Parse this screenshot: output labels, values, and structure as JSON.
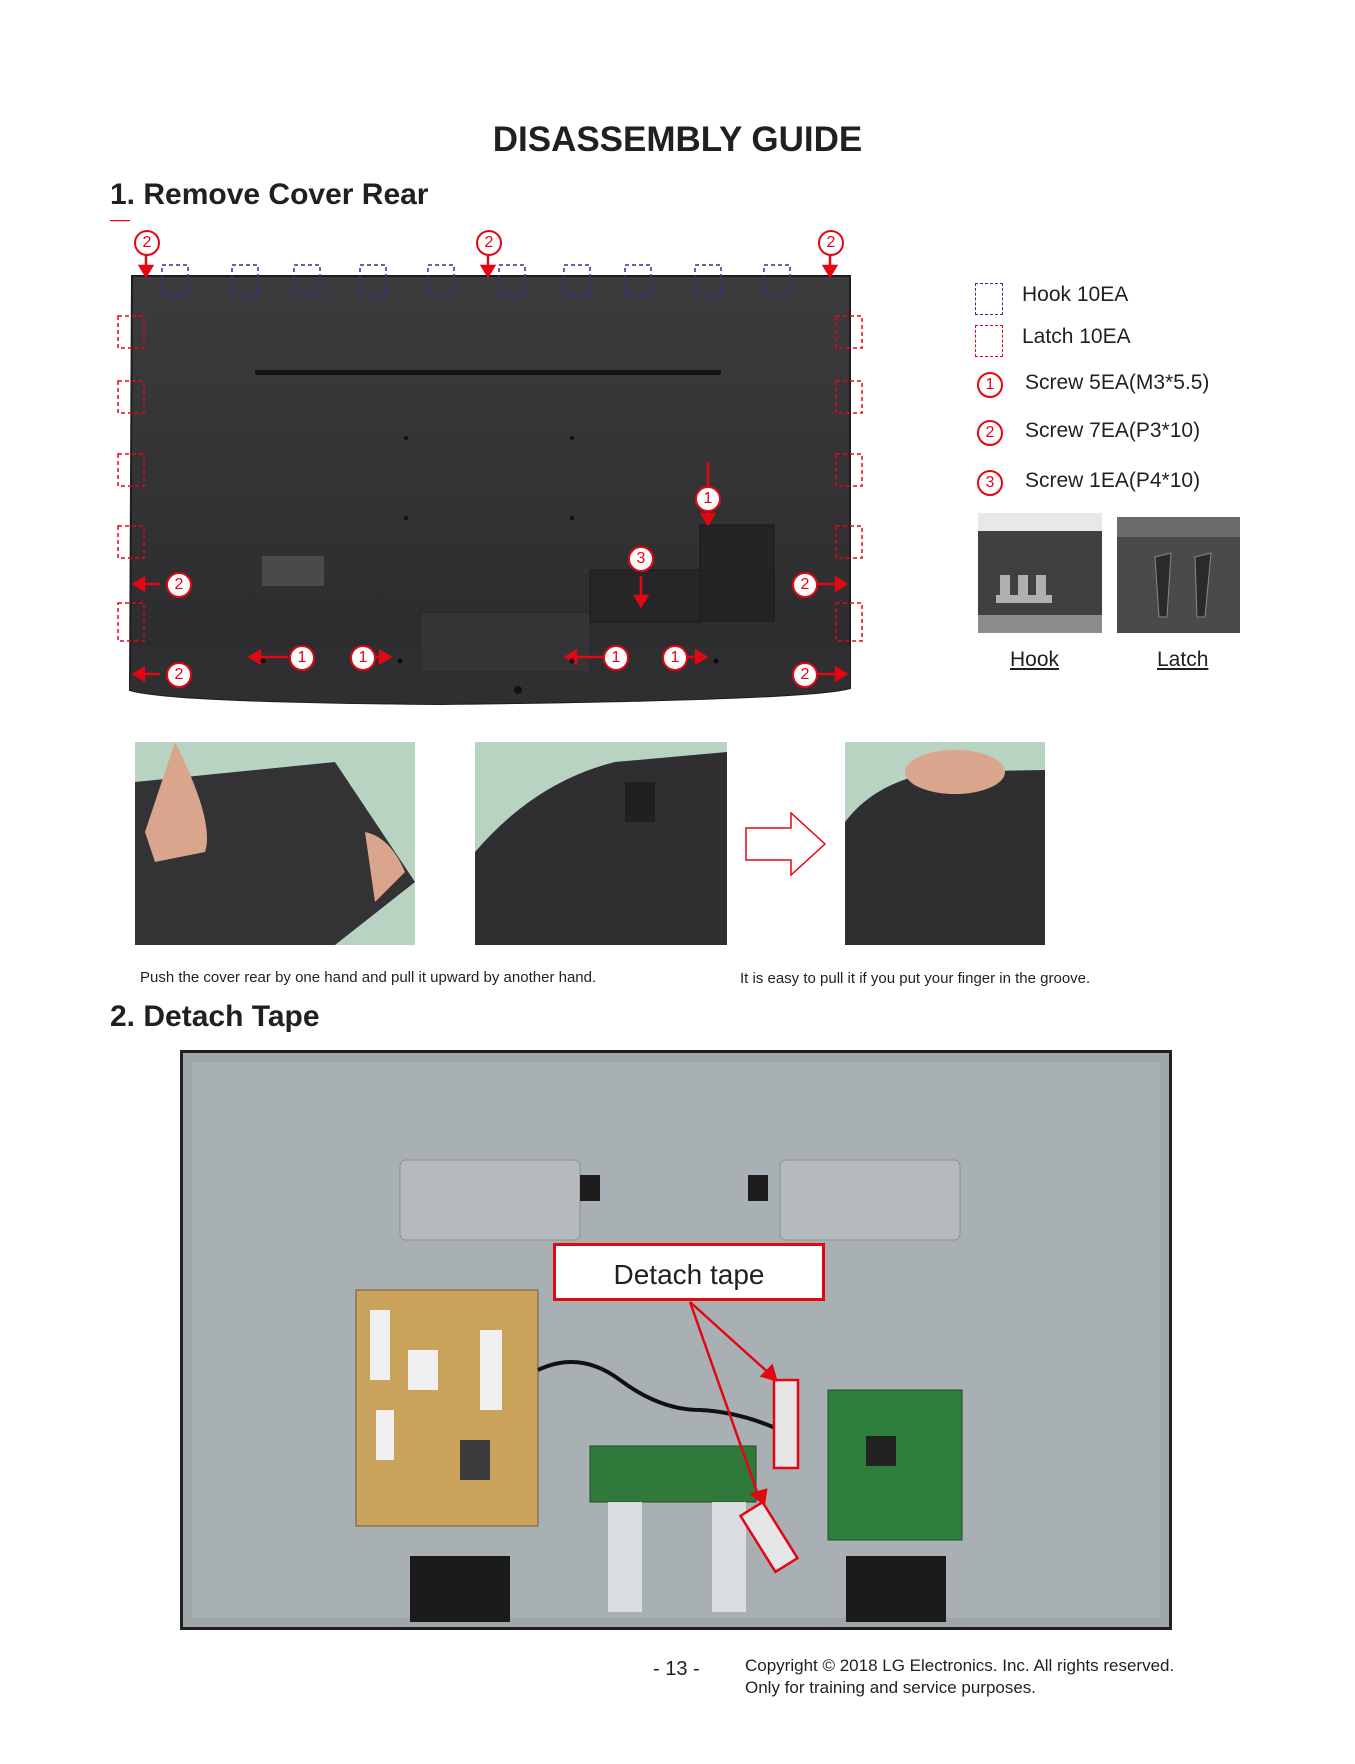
{
  "title": "DISASSEMBLY GUIDE",
  "section1": {
    "heading": "1. Remove Cover Rear",
    "legend": [
      {
        "marker": "hook-box",
        "label": "Hook 10EA"
      },
      {
        "marker": "latch-box",
        "label": "Latch 10EA"
      },
      {
        "marker": "1",
        "label": "Screw 5EA(M3*5.5)"
      },
      {
        "marker": "2",
        "label": "Screw 7EA(P3*10)"
      },
      {
        "marker": "3",
        "label": "Screw 1EA(P4*10)"
      }
    ],
    "detail_labels": {
      "hook": "Hook",
      "latch": "Latch"
    },
    "markers": {
      "one": "1",
      "two": "2",
      "three": "3"
    },
    "captions": {
      "left": "Push the cover rear by one hand and pull it upward by another hand.",
      "right": "It is easy to pull it if you put your finger in the groove."
    }
  },
  "section2": {
    "heading": "2. Detach Tape",
    "callout": "Detach tape"
  },
  "footer": {
    "page": "- 13 -",
    "copyright": "Copyright © 2018 LG Electronics. Inc. All rights reserved.",
    "usage": "Only for training and service purposes."
  },
  "colors": {
    "accent": "#e30613",
    "hook": "#2e3192",
    "latch": "#e30613",
    "text": "#231f20"
  }
}
